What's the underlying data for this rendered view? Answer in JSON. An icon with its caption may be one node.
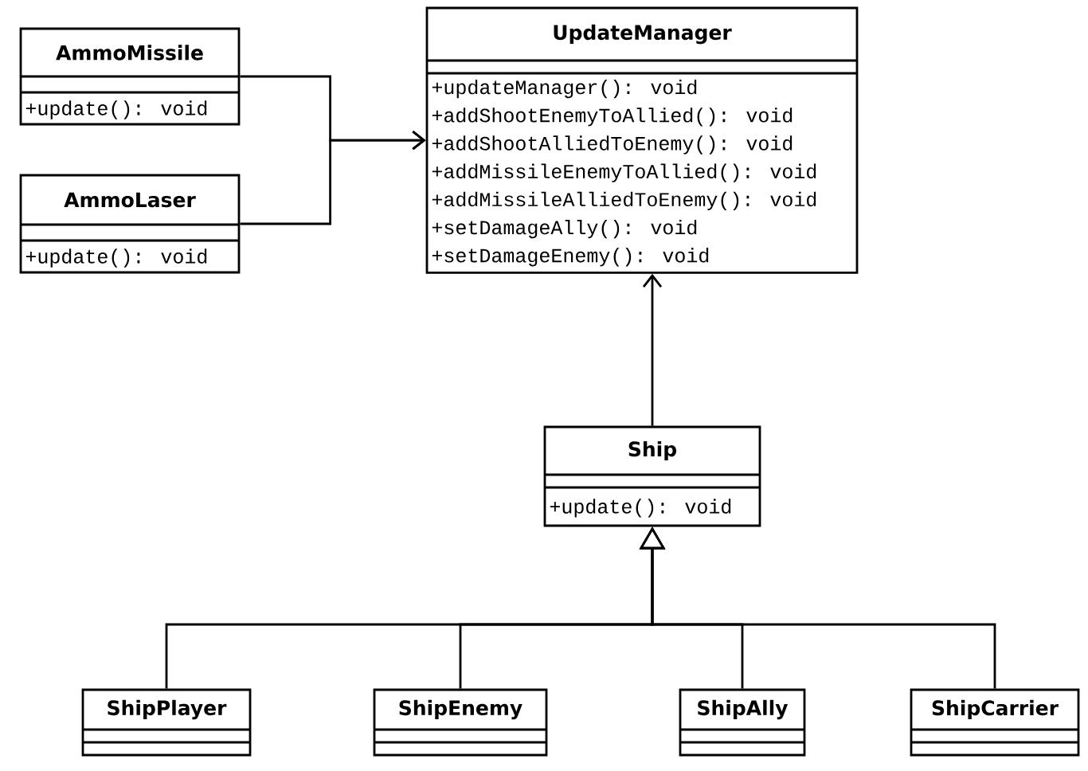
{
  "diagram": {
    "nodes": [
      {
        "text": [
          "AmmoMissile",
          "+update(): void"
        ]
      },
      {
        "text": [
          "AmmoLaser",
          "+update(): void"
        ]
      },
      {
        "text": [
          "UpdateManager",
          "+updateManager(): void",
          "+addShootEnemyToAllied(): void",
          "+addShootAlliedToEnemy(): void",
          "+addMissileEnemyToAllied(): void",
          "+addMissileAlliedToEnemy(): void",
          "+setDamageAlly(): void",
          "+setDamageEnemy(): void"
        ]
      },
      {
        "text": [
          "Ship",
          "+update(): void"
        ]
      },
      {
        "text": [
          "ShipPlayer"
        ]
      },
      {
        "text": [
          "ShipEnemy"
        ]
      },
      {
        "text": [
          "ShipAlly"
        ]
      },
      {
        "text": [
          "ShipCarrier"
        ]
      }
    ],
    "edges": [
      {
        "from": 0,
        "to": 2,
        "arrow": "to"
      },
      {
        "from": 1,
        "to": 2,
        "arrow": "to"
      },
      {
        "from": 3,
        "to": 2,
        "arrow": "to"
      },
      {
        "from": 4,
        "to": 3,
        "arrow": "to"
      },
      {
        "from": 5,
        "to": 3,
        "arrow": "to"
      },
      {
        "from": 6,
        "to": 3,
        "arrow": "to"
      },
      {
        "from": 7,
        "to": 3,
        "arrow": "to"
      }
    ]
  }
}
